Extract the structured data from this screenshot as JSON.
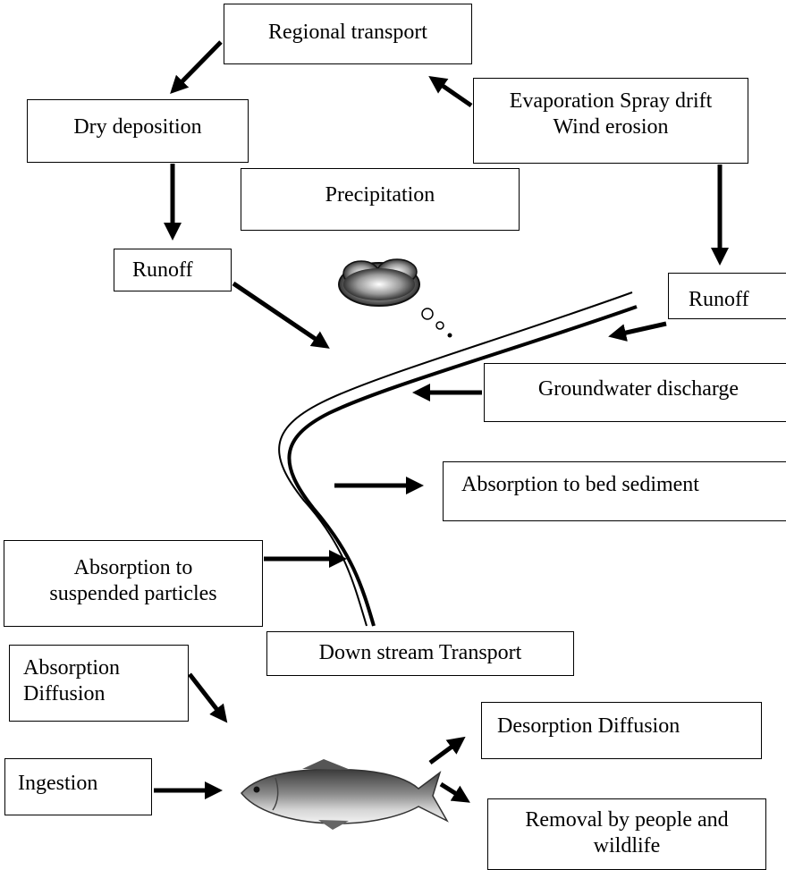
{
  "boxes": {
    "regional_transport": "Regional transport",
    "evaporation": "Evaporation Spray drift",
    "wind_erosion": "Wind erosion",
    "dry_deposition": "Dry deposition",
    "precipitation": "Precipitation",
    "runoff_left": "Runoff",
    "runoff_right": "Runoff",
    "groundwater_discharge": "Groundwater discharge",
    "absorption_bed_sediment": "Absorption to bed sediment",
    "absorption_suspended_line1": "Absorption to",
    "absorption_suspended_line2": "suspended particles",
    "downstream_transport": "Down stream Transport",
    "absorption_diffusion_line1": "Absorption",
    "absorption_diffusion_line2": "Diffusion",
    "desorption_diffusion": "Desorption Diffusion",
    "ingestion": "Ingestion",
    "removal_line1": "Removal by people and",
    "removal_line2": "wildlife"
  },
  "icons": {
    "cloud": "cloud-icon",
    "fish": "fish-icon"
  },
  "colors": {
    "ink": "#000000",
    "background": "#ffffff"
  }
}
